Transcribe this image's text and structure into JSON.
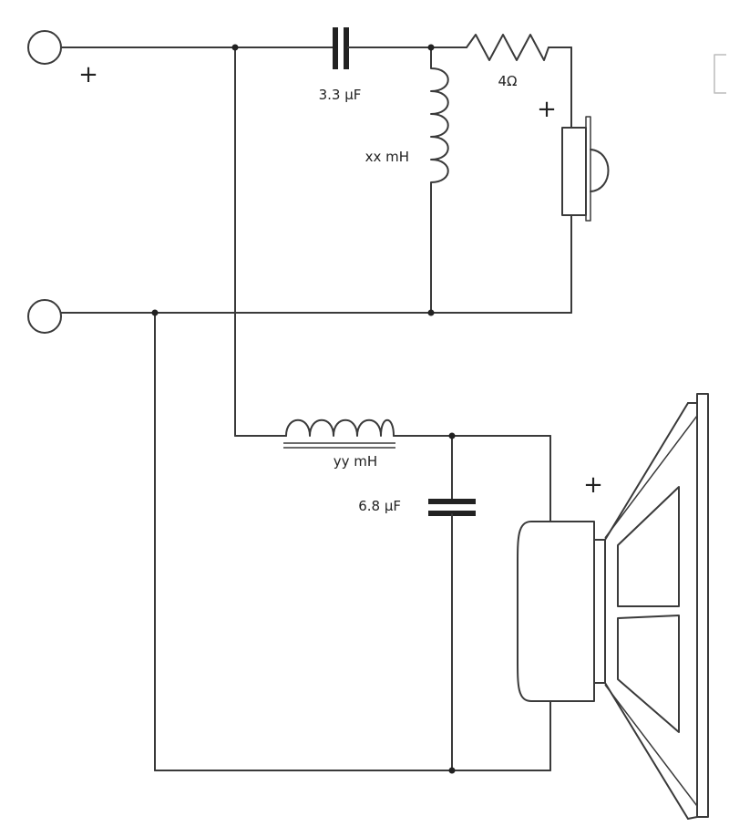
{
  "components": {
    "c_tweeter": "3.3 µF",
    "l_tweeter": "xx mH",
    "r_tweeter": "4Ω",
    "l_woofer": "yy mH",
    "c_woofer": "6.8 µF"
  },
  "polarity": {
    "input": "+",
    "tweeter": "+",
    "woofer": "+"
  }
}
